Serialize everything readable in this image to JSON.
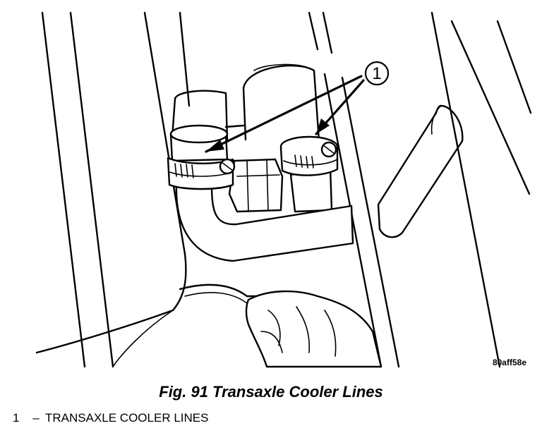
{
  "figure": {
    "callout_label": "1",
    "figure_id": "80aff58e",
    "caption": "Fig. 91 Transaxle Cooler Lines"
  },
  "legend": [
    {
      "number": "1",
      "separator": "–",
      "text": "TRANSAXLE COOLER LINES"
    }
  ]
}
